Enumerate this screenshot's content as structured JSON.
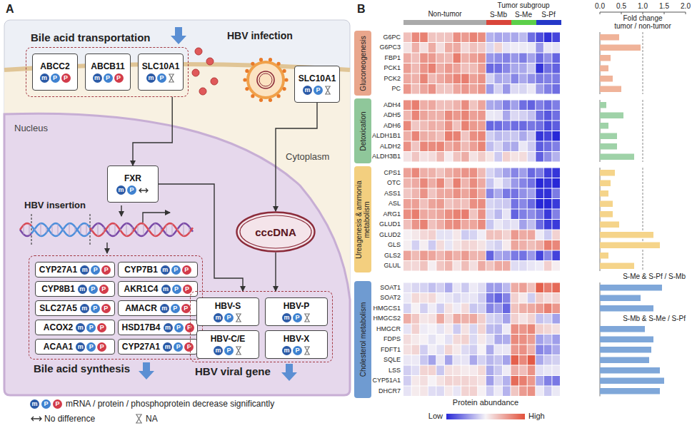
{
  "diagram": {
    "nodes": [
      {
        "text": [
          "Bile acid transportation"
        ]
      },
      {
        "text": [
          "ABCC2",
          "m",
          "P",
          "P"
        ],
        "in": 0
      },
      {
        "text": [
          "ABCB11",
          "m",
          "P",
          "P"
        ],
        "in": 0
      },
      {
        "text": [
          "SLC10A1",
          "m",
          "P"
        ],
        "in": 0
      },
      {
        "text": [
          "SLC10A1",
          "m",
          "P"
        ]
      },
      {
        "text": [
          "FXR",
          "m",
          "P"
        ]
      },
      {
        "text": [
          "Bile acid synthesis"
        ]
      },
      {
        "text": [
          "CYP27A1",
          "m",
          "P",
          "P"
        ],
        "in": 6
      },
      {
        "text": [
          "CYP7B1",
          "m",
          "P",
          "P"
        ],
        "in": 6
      },
      {
        "text": [
          "CYP8B1",
          "m",
          "P",
          "P"
        ],
        "in": 6
      },
      {
        "text": [
          "AKR1C4",
          "m",
          "P",
          "P"
        ],
        "in": 6
      },
      {
        "text": [
          "SLC27A5",
          "m",
          "P",
          "P"
        ],
        "in": 6
      },
      {
        "text": [
          "AMACR",
          "m",
          "P",
          "P"
        ],
        "in": 6
      },
      {
        "text": [
          "ACOX2",
          "m",
          "P",
          "P"
        ],
        "in": 6
      },
      {
        "text": [
          "HSD17B4",
          "m",
          "P",
          "P"
        ],
        "in": 6
      },
      {
        "text": [
          "ACAA1",
          "m",
          "P",
          "P"
        ],
        "in": 6
      },
      {
        "text": [
          "CYP27A1",
          "m",
          "P",
          "P"
        ],
        "in": 6
      },
      {
        "text": [
          "cccDNA"
        ]
      },
      {
        "text": [
          "HBV viral gene"
        ]
      },
      {
        "text": [
          "HBV-S",
          "m",
          "P"
        ],
        "in": 18
      },
      {
        "text": [
          "HBV-P",
          "m",
          "P"
        ],
        "in": 18
      },
      {
        "text": [
          "HBV-C/E",
          "m",
          "P"
        ],
        "in": 18
      },
      {
        "text": [
          "HBV-X",
          "m",
          "P"
        ],
        "in": 18
      },
      {
        "text": [
          "Gluconeogenesis"
        ]
      },
      {
        "text": [
          "Detoxication"
        ]
      },
      {
        "text": [
          "Ureagenesis & ammonia metabolism"
        ]
      },
      {
        "text": [
          "Cholesterol metabolism"
        ]
      }
    ],
    "edges": [
      {
        "from": 0,
        "to": 5,
        "arrow": "to"
      },
      {
        "from": 4,
        "to": 17,
        "arrow": "to"
      },
      {
        "from": 17,
        "to": 18,
        "arrow": "to"
      },
      {
        "from": 5,
        "to": 18,
        "arrow": "to"
      }
    ],
    "labels": [
      "A",
      "HBV infection",
      "Nucleus",
      "Cytoplasm",
      "HBV insertion",
      "m",
      "P",
      "P",
      "B",
      "Non-tumor",
      "Tumor subgroup",
      "S-Mb",
      "S-Me",
      "S-Pf",
      "G6PC",
      "G6PC3",
      "FBP1",
      "PCK1",
      "PCK2",
      "PC",
      "ADH4",
      "ADH5",
      "ADH6",
      "ALDH1B1",
      "ALDH2",
      "ALDH3B1",
      "CPS1",
      "OTC",
      "ASS1",
      "ASL",
      "ARG1",
      "GLUD1",
      "GLUD2",
      "GLS",
      "GLS2",
      "GLUL",
      "SOAT1",
      "SOAT2",
      "HMGCS1",
      "HMGCS2",
      "HMGCR",
      "FDPS",
      "FDFT1",
      "SQLE",
      "LSS",
      "CYP51A1",
      "DHCR7",
      "Fold change",
      "tumor / non-tumor",
      "0.0",
      "0.5",
      "1.0",
      "1.5",
      "2.0",
      "S-Me & S-Pf / S-Mb",
      "S-Mb & S-Me / S-Pf",
      "Protein abundance",
      "Low",
      "High"
    ],
    "legend": [
      {
        "text": "mRNA / protein / phosphoprotein decrease significantly"
      },
      {
        "text": "No difference"
      },
      {
        "text": "NA"
      }
    ]
  }
}
